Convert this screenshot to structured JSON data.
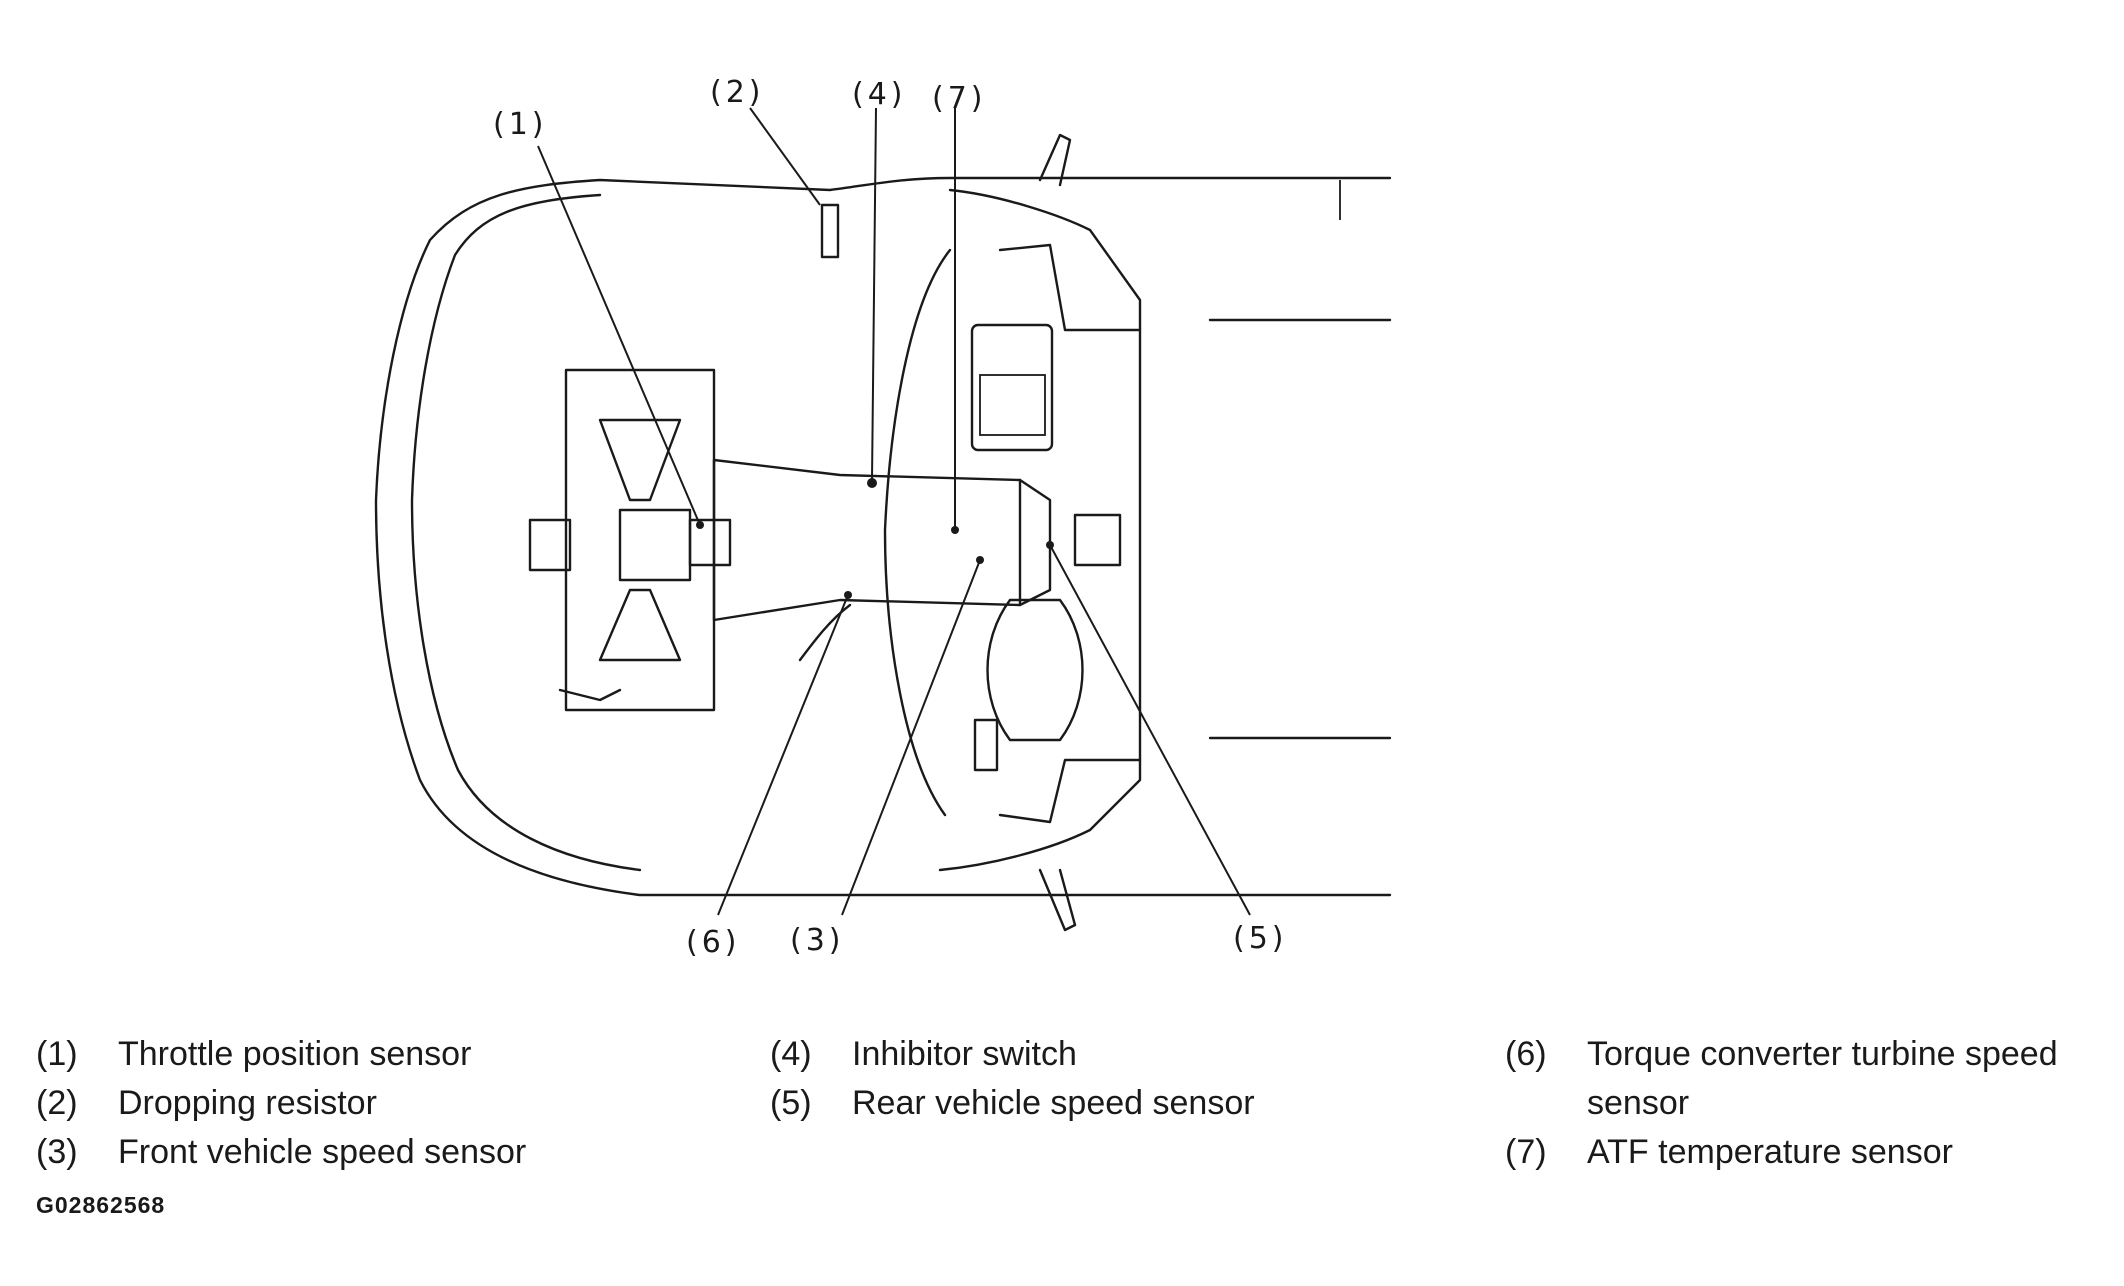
{
  "figure": {
    "callouts": [
      "(1)",
      "(2)",
      "(3)",
      "(4)",
      "(5)",
      "(6)",
      "(7)"
    ],
    "figure_id": "G02862568"
  },
  "legend": {
    "col1": [
      {
        "num": "(1)",
        "text": "Throttle position sensor"
      },
      {
        "num": "(2)",
        "text": "Dropping resistor"
      },
      {
        "num": "(3)",
        "text": "Front vehicle speed sensor"
      }
    ],
    "col2": [
      {
        "num": "(4)",
        "text": "Inhibitor switch"
      },
      {
        "num": "(5)",
        "text": "Rear vehicle speed sensor"
      }
    ],
    "col3": [
      {
        "num": "(6)",
        "text": "Torque converter turbine speed sensor"
      },
      {
        "num": "(7)",
        "text": "ATF temperature sensor"
      }
    ]
  }
}
